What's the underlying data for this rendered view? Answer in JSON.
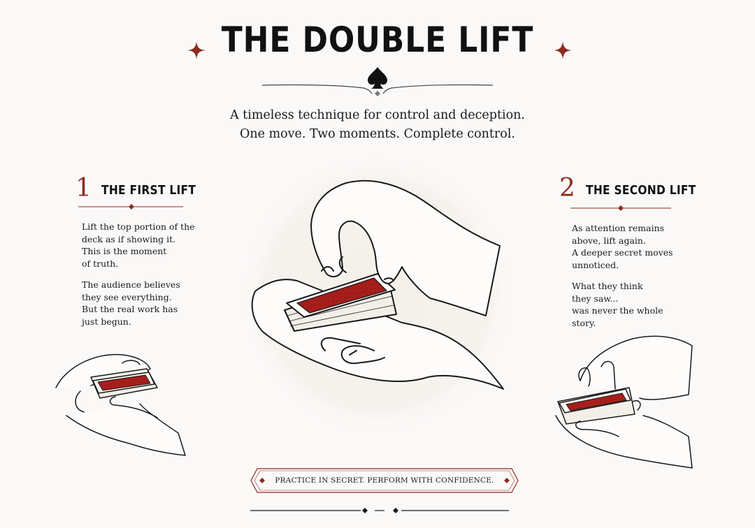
{
  "header": {
    "title": "THE DOUBLE LIFT",
    "subtitle_line1": "A timeless technique for control and deception.",
    "subtitle_line2": "One move. Two moments. Complete control."
  },
  "steps": [
    {
      "number": "1",
      "title": "THE FIRST LIFT",
      "para1": [
        "Lift the top portion of the",
        "deck as if showing it.",
        "This is the moment",
        "of truth."
      ],
      "para2": [
        "The audience believes",
        "they see everything.",
        "But the real work has",
        "just begun."
      ]
    },
    {
      "number": "2",
      "title": "THE SECOND LIFT",
      "para1": [
        "As attention remains",
        "above, lift again.",
        "A deeper secret moves",
        "unnoticed."
      ],
      "para2": [
        "What they think",
        "they saw...",
        "was never the whole",
        "story."
      ]
    }
  ],
  "footer": {
    "banner_text": "PRACTICE IN SECRET. PERFORM WITH CONFIDENCE."
  },
  "colors": {
    "accent_red": "#8e2a1f",
    "card_back_red": "#a61e1a",
    "ink": "#1a1a1a",
    "background": "#fbf9f8"
  },
  "icons": [
    "diamond-icon",
    "spade-icon"
  ]
}
